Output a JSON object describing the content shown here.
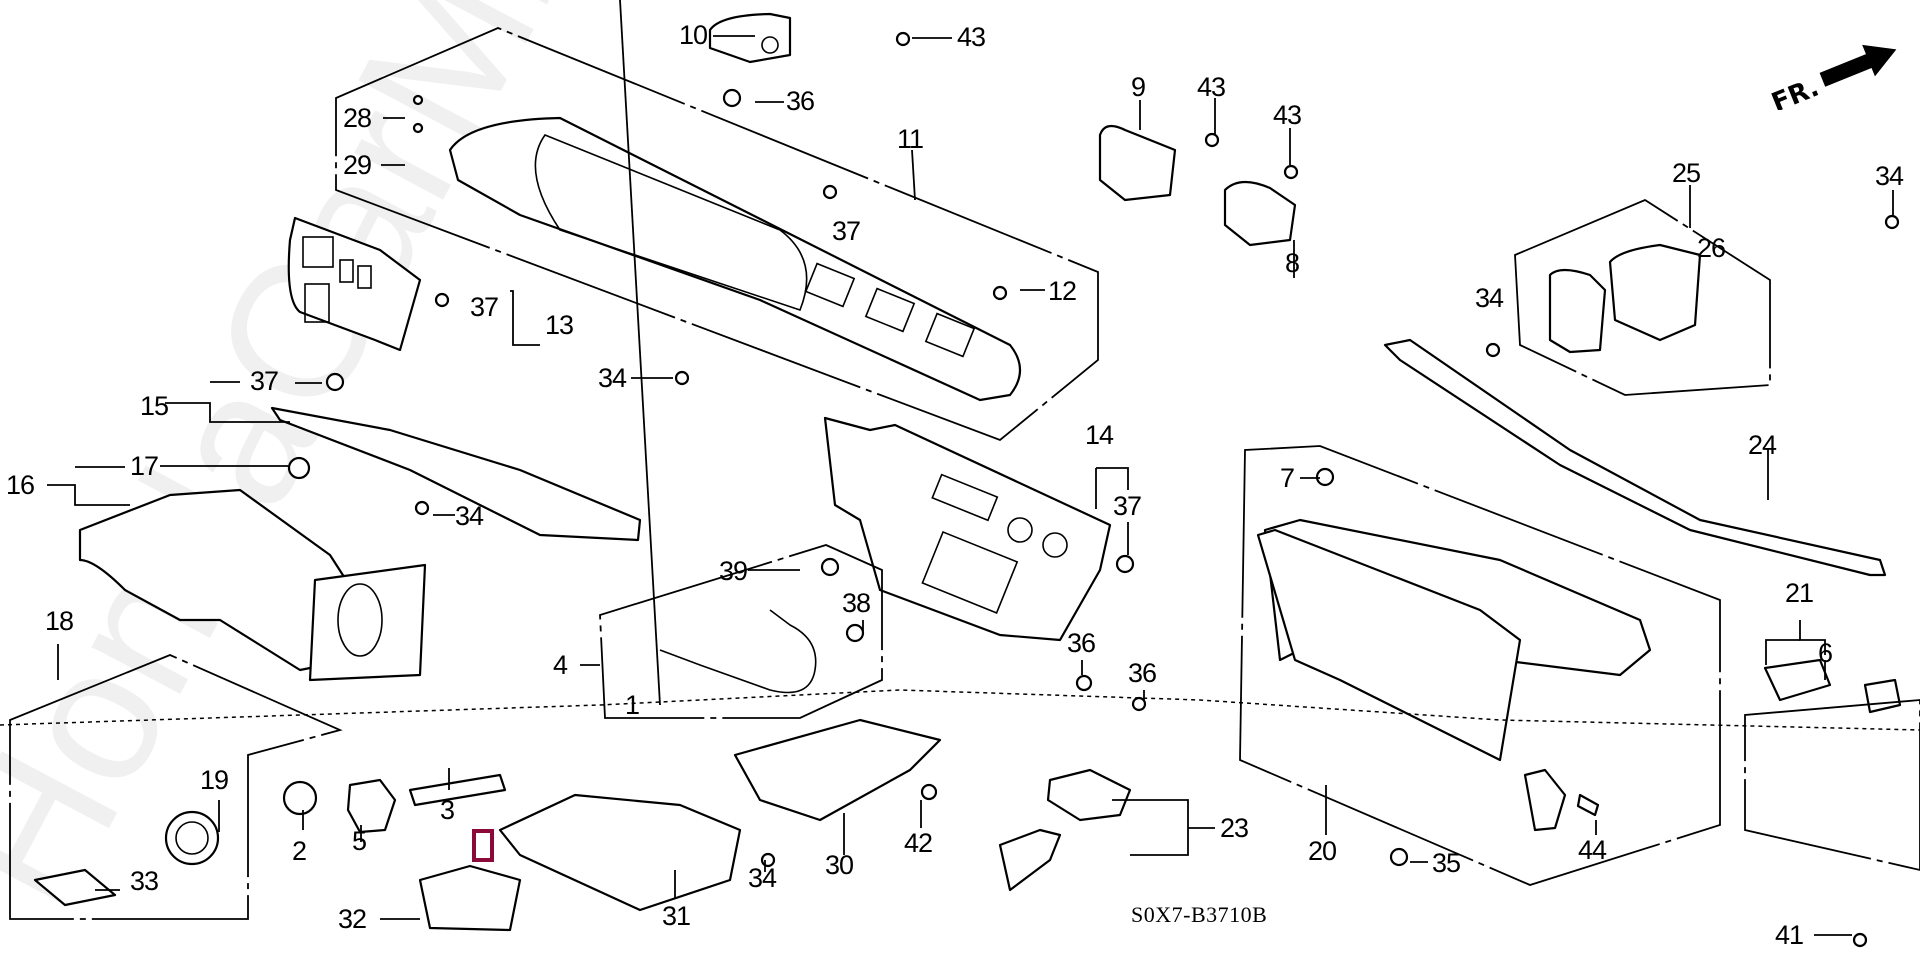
{
  "diagram": {
    "title_code": "S0X7-B3710B",
    "orientation_label": "FR.",
    "watermark": "HondaCarMine.ru",
    "accent_colors": {
      "line": "#000000",
      "background": "#ffffff",
      "watermark": "#f0f0f0",
      "selection_marker": "#8b0a3a"
    },
    "callouts": [
      {
        "id": "c10",
        "label": "10"
      },
      {
        "id": "c43a",
        "label": "43"
      },
      {
        "id": "c36a",
        "label": "36"
      },
      {
        "id": "c28",
        "label": "28"
      },
      {
        "id": "c29",
        "label": "29"
      },
      {
        "id": "c11",
        "label": "11"
      },
      {
        "id": "c37a",
        "label": "37"
      },
      {
        "id": "c9",
        "label": "9"
      },
      {
        "id": "c43b",
        "label": "43"
      },
      {
        "id": "c43c",
        "label": "43"
      },
      {
        "id": "c8",
        "label": "8"
      },
      {
        "id": "c25",
        "label": "25"
      },
      {
        "id": "c26",
        "label": "26"
      },
      {
        "id": "c34a",
        "label": "34"
      },
      {
        "id": "c37b",
        "label": "37"
      },
      {
        "id": "c13",
        "label": "13"
      },
      {
        "id": "c12",
        "label": "12"
      },
      {
        "id": "c34b",
        "label": "34"
      },
      {
        "id": "c34c",
        "label": "34"
      },
      {
        "id": "c37c",
        "label": "37"
      },
      {
        "id": "c15",
        "label": "15"
      },
      {
        "id": "c14",
        "label": "14"
      },
      {
        "id": "c37d",
        "label": "37"
      },
      {
        "id": "c24",
        "label": "24"
      },
      {
        "id": "c17",
        "label": "17"
      },
      {
        "id": "c16",
        "label": "16"
      },
      {
        "id": "c7",
        "label": "7"
      },
      {
        "id": "c34d",
        "label": "34"
      },
      {
        "id": "c39",
        "label": "39"
      },
      {
        "id": "c38",
        "label": "38"
      },
      {
        "id": "c18",
        "label": "18"
      },
      {
        "id": "c4",
        "label": "4"
      },
      {
        "id": "c36b",
        "label": "36"
      },
      {
        "id": "c36c",
        "label": "36"
      },
      {
        "id": "c21",
        "label": "21"
      },
      {
        "id": "c6",
        "label": "6"
      },
      {
        "id": "c1",
        "label": "1"
      },
      {
        "id": "c19",
        "label": "19"
      },
      {
        "id": "c2",
        "label": "2"
      },
      {
        "id": "c5",
        "label": "5"
      },
      {
        "id": "c3",
        "label": "3"
      },
      {
        "id": "c33",
        "label": "33"
      },
      {
        "id": "c34e",
        "label": "34"
      },
      {
        "id": "c30",
        "label": "30"
      },
      {
        "id": "c42",
        "label": "42"
      },
      {
        "id": "c23",
        "label": "23"
      },
      {
        "id": "c20",
        "label": "20"
      },
      {
        "id": "c44",
        "label": "44"
      },
      {
        "id": "c35",
        "label": "35"
      },
      {
        "id": "c31",
        "label": "31"
      },
      {
        "id": "c32",
        "label": "32"
      },
      {
        "id": "c41",
        "label": "41"
      }
    ]
  }
}
